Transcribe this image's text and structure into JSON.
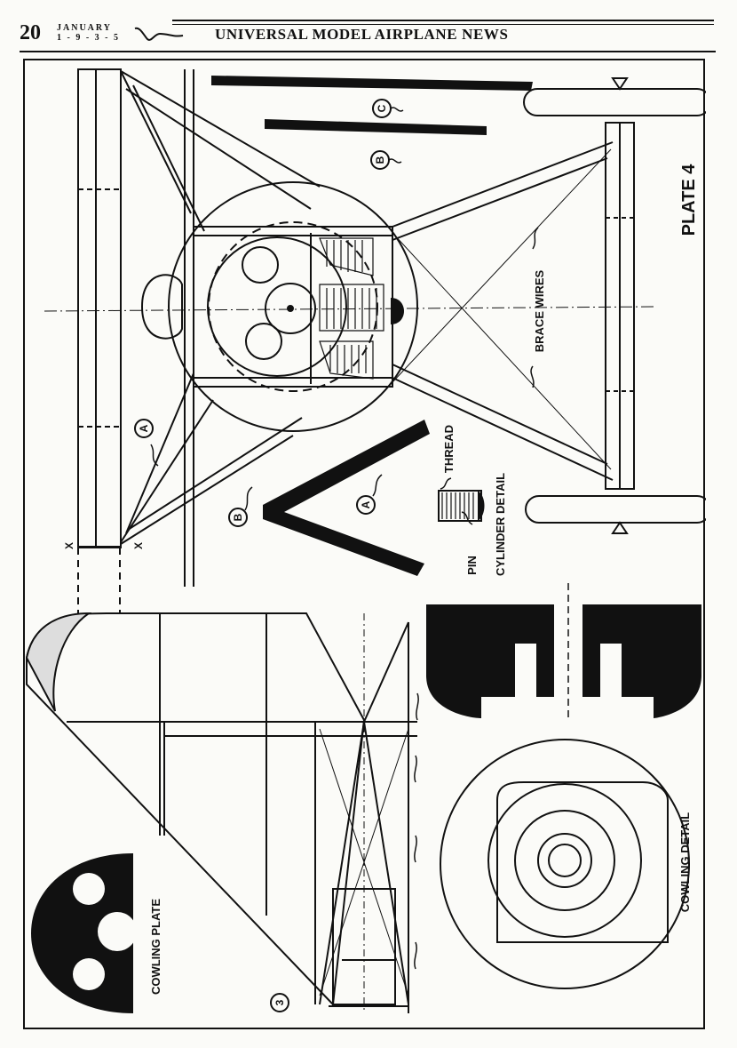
{
  "header": {
    "page_number": "20",
    "month": "JANUARY",
    "year": "1 - 9 - 3 - 5",
    "magazine_title": "UNIVERSAL MODEL AIRPLANE NEWS"
  },
  "plate": {
    "plate_label": "PLATE 4",
    "brace_wires": "BRACE WIRES",
    "thread": "THREAD",
    "pin": "PIN",
    "cylinder_detail": "CYLINDER DETAIL",
    "cowling_detail": "COWLING DETAIL",
    "cowling_plate": "COWLING PLATE",
    "callout_a": "A",
    "callout_b": "B",
    "callout_c": "C",
    "mark_x": "X",
    "view_number": "3"
  }
}
